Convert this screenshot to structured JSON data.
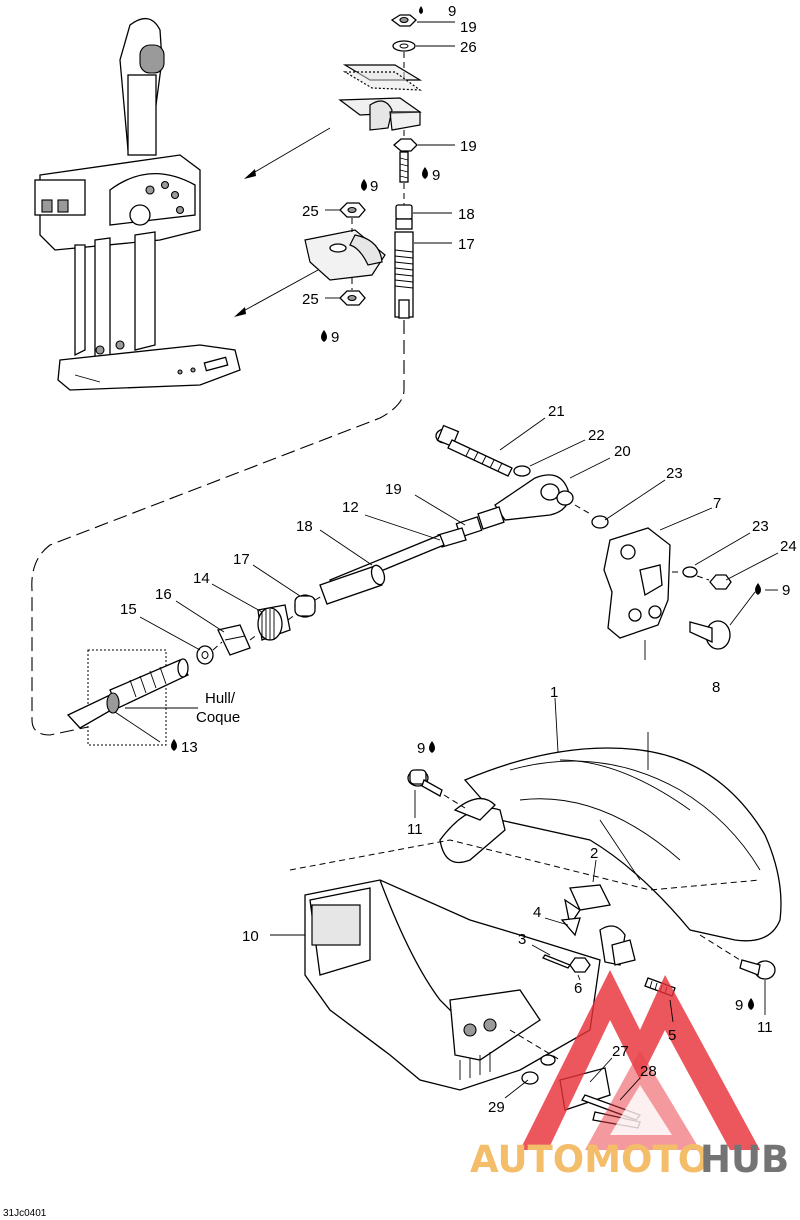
{
  "diagram": {
    "hull_label_line1": "Hull/",
    "hull_label_line2": "Coque",
    "figure_code": "31Jc0401"
  },
  "callouts": {
    "c9_top": "9",
    "c19_top": "19",
    "c26": "26",
    "c19_mid": "19",
    "c9_mid": "9",
    "c9_nut_top": "9",
    "c25_top": "25",
    "c18_top": "18",
    "c17_top": "17",
    "c25_bot": "25",
    "c9_nut_bot": "9",
    "c21": "21",
    "c22": "22",
    "c20": "20",
    "c19_low": "19",
    "c12": "12",
    "c18_low": "18",
    "c23_a": "23",
    "c7": "7",
    "c23_b": "23",
    "c24": "24",
    "c9_bracket": "9",
    "c17_low": "17",
    "c14": "14",
    "c16": "16",
    "c15": "15",
    "c8": "8",
    "c13": "13",
    "c1": "1",
    "c9_bolt": "9",
    "c11_left": "11",
    "c2": "2",
    "c10": "10",
    "c4": "4",
    "c3": "3",
    "c6": "6",
    "c9_right": "9",
    "c11_right": "11",
    "c5": "5",
    "c27": "27",
    "c28": "28",
    "c29": "29"
  },
  "watermark": {
    "brand_part1": "AUTOMOTO",
    "brand_part2": "HUB",
    "color_primary": "#e8313a",
    "color_secondary": "#f2b65a",
    "color_dark": "#666666"
  }
}
